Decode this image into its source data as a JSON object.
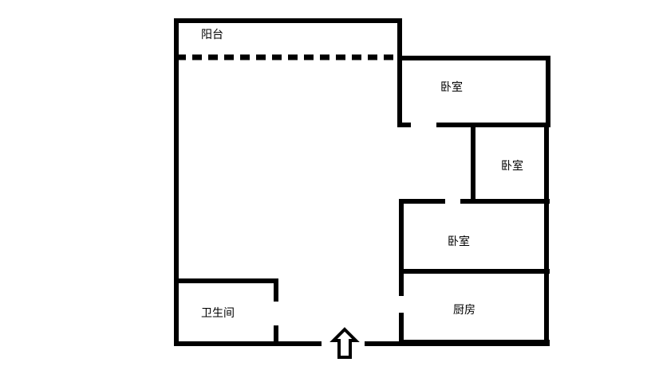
{
  "floorplan": {
    "rooms": {
      "balcony": "阳台",
      "bedroom_1": "卧室",
      "bedroom_2": "卧室",
      "bedroom_3": "卧室",
      "bathroom": "卫生间",
      "kitchen": "厨房"
    },
    "entrance_icon": "up-arrow-icon",
    "wall_color": "#000000"
  }
}
